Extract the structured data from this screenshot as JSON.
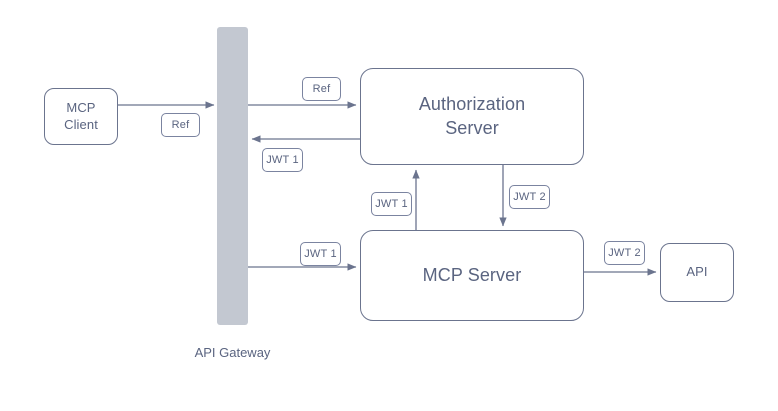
{
  "diagram": {
    "title_label": "API Gateway",
    "colors": {
      "stroke": "#6b748e",
      "text": "#5a6480",
      "gateway_fill": "#c3c8d1",
      "node_fill": "#ffffff",
      "label_border": "#7b84a0"
    },
    "nodes": [
      {
        "id": "mcp-client",
        "label_line1": "MCP",
        "label_line2": "Client"
      },
      {
        "id": "authorization-server",
        "label_line1": "Authorization",
        "label_line2": "Server"
      },
      {
        "id": "mcp-server",
        "label": "MCP Server"
      },
      {
        "id": "api",
        "label": "API"
      },
      {
        "id": "api-gateway",
        "label": "API Gateway"
      }
    ],
    "edge_labels": [
      {
        "id": "ref-client-to-gateway",
        "text": "Ref"
      },
      {
        "id": "ref-gateway-to-auth",
        "text": "Ref"
      },
      {
        "id": "jwt1-auth-to-gateway",
        "text": "JWT 1"
      },
      {
        "id": "jwt1-mcpserver-to-auth",
        "text": "JWT 1"
      },
      {
        "id": "jwt2-auth-to-mcpserver",
        "text": "JWT 2"
      },
      {
        "id": "jwt1-gateway-to-mcpserver",
        "text": "JWT 1"
      },
      {
        "id": "jwt2-mcpserver-to-api",
        "text": "JWT 2"
      }
    ]
  }
}
